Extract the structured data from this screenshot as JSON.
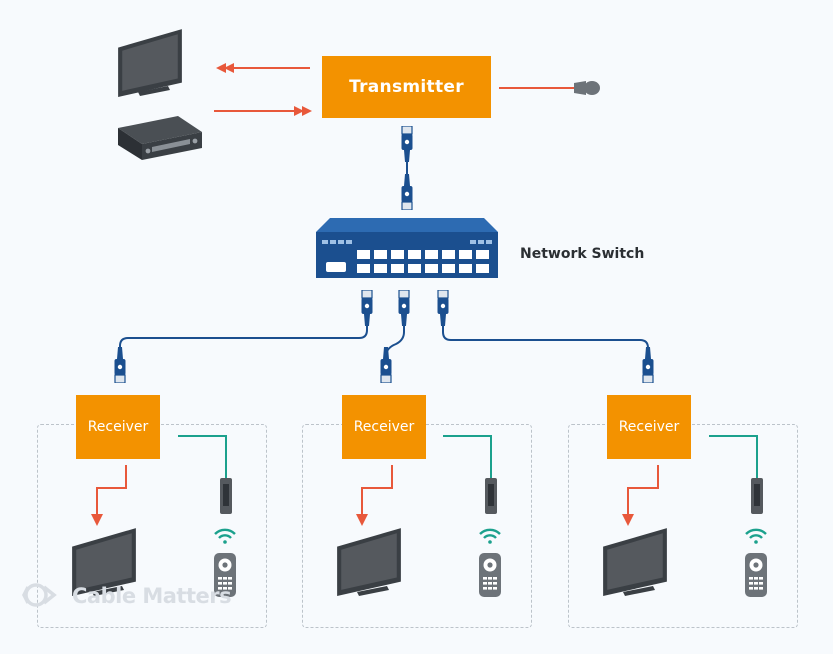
{
  "transmitter": {
    "label": "Transmitter"
  },
  "network_switch": {
    "label": "Network Switch"
  },
  "receivers": [
    {
      "label": "Receiver"
    },
    {
      "label": "Receiver"
    },
    {
      "label": "Receiver"
    }
  ],
  "watermark": {
    "text": "Cable Matters"
  },
  "colors": {
    "box": "#f39200",
    "hdmi_arrow": "#e8583b",
    "ethernet": "#1b4f8f",
    "ir_cable": "#1ba18d",
    "device_gray": "#6d7379"
  },
  "icons": [
    "tv-icon",
    "av-receiver-icon",
    "ir-blaster-icon",
    "network-switch-icon",
    "ethernet-plug-icon",
    "ir-receiver-icon",
    "remote-control-icon",
    "watermark-logo-icon"
  ]
}
